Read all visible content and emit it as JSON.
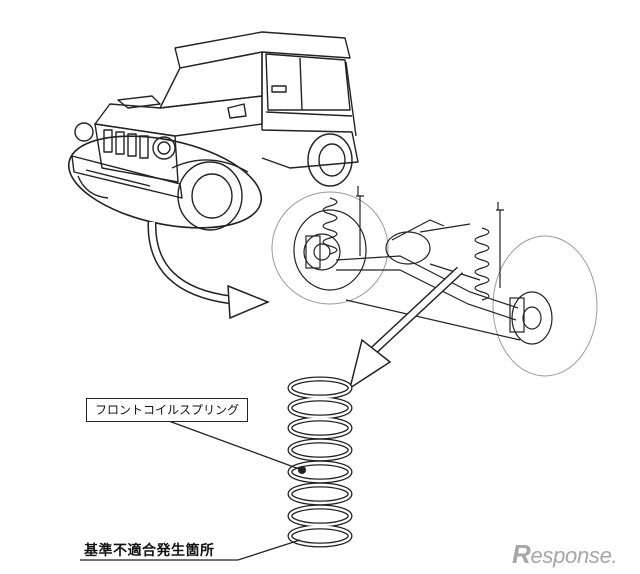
{
  "labels": {
    "spring_name": "フロントコイルスプリング",
    "defect_location": "基準不適合発生箇所"
  },
  "watermark": {
    "first": "R",
    "rest": "esponse."
  },
  "parts": [
    {
      "id": "vehicle",
      "name": "vehicle-illustration"
    },
    {
      "id": "front-axle",
      "name": "front-axle-assembly"
    },
    {
      "id": "coil-spring",
      "name": "front-coil-spring"
    }
  ],
  "colors": {
    "line": "#222222",
    "watermark": "#a6a6a6"
  }
}
